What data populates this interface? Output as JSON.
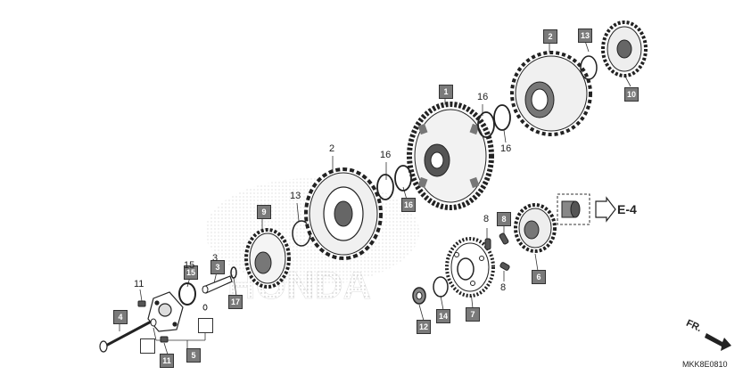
{
  "callouts": {
    "boxed_1": "1",
    "boxed_2": "2",
    "boxed_3": "3",
    "boxed_4": "4",
    "boxed_5": "5",
    "boxed_6": "6",
    "boxed_7": "7",
    "boxed_8": "8",
    "boxed_9": "9",
    "boxed_10": "10",
    "boxed_11": "11",
    "boxed_12": "12",
    "boxed_13": "13",
    "boxed_14": "14",
    "boxed_15": "15",
    "boxed_16": "16",
    "boxed_17": "17",
    "plain_2": "2",
    "plain_3": "3",
    "plain_8a": "8",
    "plain_8b": "8",
    "plain_11": "11",
    "plain_13": "13",
    "plain_15": "15",
    "plain_16a": "16",
    "plain_16b": "16",
    "plain_16c": "16"
  },
  "reference": {
    "label": "E-4"
  },
  "direction": {
    "label": "FR."
  },
  "diagram_code": "MKK8E0810",
  "watermark": "HONDA"
}
